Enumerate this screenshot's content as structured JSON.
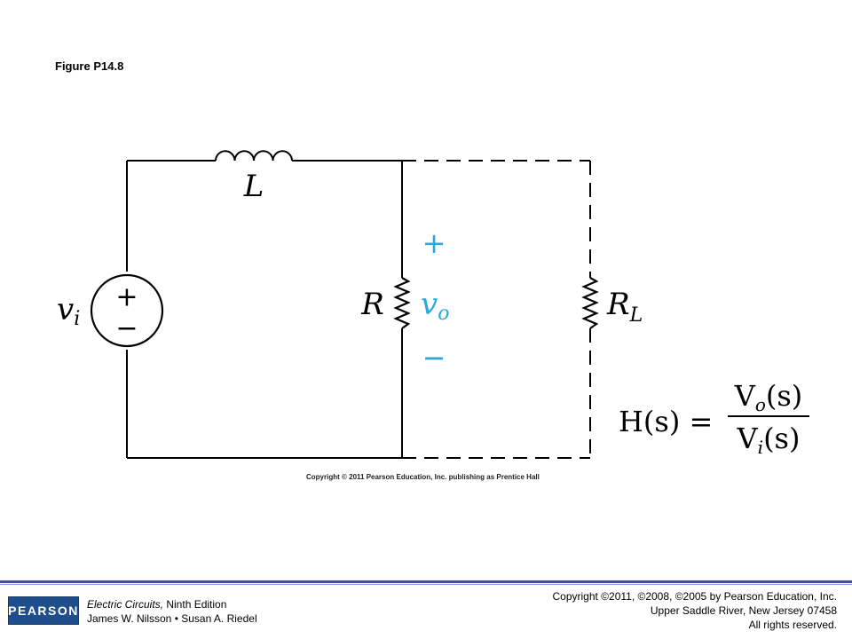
{
  "figure": {
    "title": "Figure P14.8"
  },
  "circuit": {
    "inductor_label": "L",
    "resistor_label": "R",
    "load_label_main": "R",
    "load_label_sub": "L",
    "source_label_main": "v",
    "source_label_sub": "i",
    "source_plus": "+",
    "source_minus": "−",
    "output_label_main": "v",
    "output_label_sub": "o",
    "output_plus": "+",
    "output_minus": "−",
    "accent_color": "#29a8e0",
    "transfer": {
      "lhs": "H(s) =",
      "num_main": "V",
      "num_sub": "o",
      "num_arg": "(s)",
      "den_main": "V",
      "den_sub": "i",
      "den_arg": "(s)"
    },
    "copyright": "Copyright © 2011 Pearson Education, Inc. publishing as Prentice Hall"
  },
  "footer": {
    "logo_text": "PEARSON",
    "book_title": "Electric Circuits,",
    "book_edition": " Ninth Edition",
    "authors": "James W. Nilsson • Susan A. Riedel",
    "copyright_line1": "Copyright ©2011, ©2008, ©2005 by Pearson Education, Inc.",
    "copyright_line2": "Upper Saddle River, New Jersey 07458",
    "copyright_line3": "All rights reserved."
  }
}
